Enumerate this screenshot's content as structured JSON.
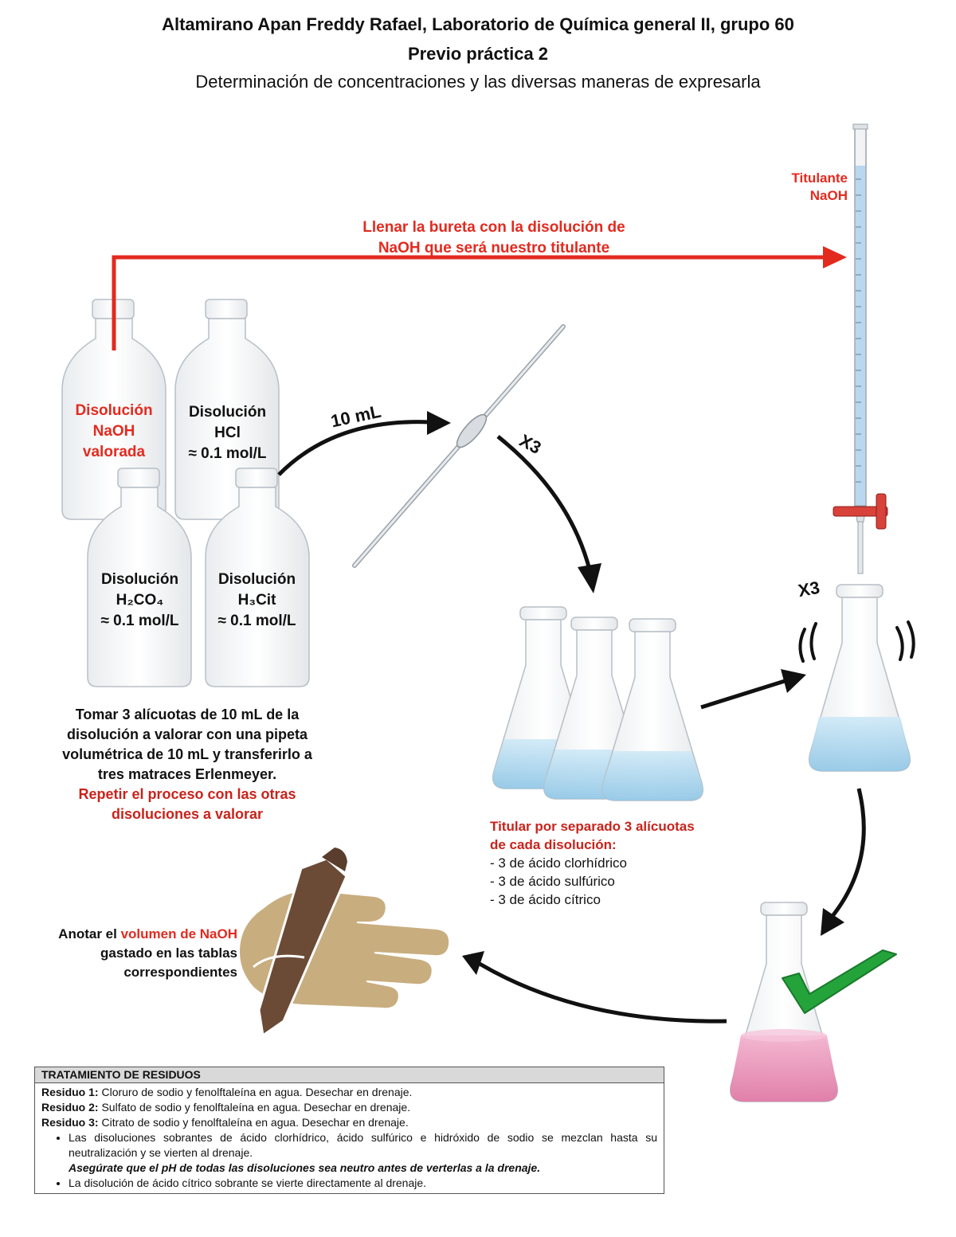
{
  "header": {
    "title": "Altamirano Apan Freddy Rafael, Laboratorio de Química general II, grupo 60",
    "subtitle": "Previo práctica 2",
    "topic": "Determinación de concentraciones y las diversas maneras de expresarla"
  },
  "burette": {
    "label_line1": "Titulante",
    "label_line2": "NaOH"
  },
  "fill_step": {
    "line1": "Llenar la bureta con la disolución de",
    "line2": "NaOH que será nuestro titulante"
  },
  "bottles": [
    {
      "line1": "Disolución",
      "line2": "NaOH",
      "line3": "valorada"
    },
    {
      "line1": "Disolución",
      "line2": "HCl",
      "line3": "≈ 0.1 mol/L"
    },
    {
      "line1": "Disolución",
      "line2": "H₂CO₄",
      "line3": "≈ 0.1 mol/L"
    },
    {
      "line1": "Disolución",
      "line2": "H₃Cit",
      "line3": "≈ 0.1 mol/L"
    }
  ],
  "pipette": {
    "volume": "10 mL",
    "repeat": "X3"
  },
  "aliquot_step": {
    "l1": "Tomar 3 alícuotas de 10 mL de la",
    "l2": "disolución a valorar con una pipeta",
    "l3": "volumétrica de 10 mL y transferirlo a",
    "l4": "tres matraces Erlenmeyer.",
    "r1": "Repetir el proceso con las otras",
    "r2": "disoluciones a valorar"
  },
  "titration": {
    "repeat": "X3",
    "h1": "Titular por separado 3 alícuotas",
    "h2": "de cada disolución:",
    "items": [
      "- 3 de ácido clorhídrico",
      "- 3 de ácido sulfúrico",
      "- 3 de ácido cítrico"
    ]
  },
  "record": {
    "prefix": "Anotar el ",
    "highlight": "volumen de NaOH",
    "line2": "gastado en las tablas",
    "line3": "correspondientes"
  },
  "waste": {
    "title": "TRATAMIENTO DE RESIDUOS",
    "r1_label": "Residuo 1:",
    "r1_text": " Cloruro de sodio y fenolftaleína en agua. Desechar en drenaje.",
    "r2_label": "Residuo 2:",
    "r2_text": " Sulfato de sodio y fenolftaleína en agua. Desechar en drenaje.",
    "r3_label": "Residuo 3:",
    "r3_text": " Citrato de sodio y fenolftaleína en agua. Desechar en drenaje.",
    "bullet1": "Las disoluciones sobrantes de ácido clorhídrico, ácido sulfúrico e hidróxido de sodio se mezclan hasta su neutralización y se vierten al drenaje.",
    "bullet1_emphasis": "Asegúrate que el pH de todas las disoluciones sea neutro antes de verterlas a la drenaje.",
    "bullet2": "La disolución de ácido cítrico sobrante se vierte directamente al drenaje."
  },
  "colors": {
    "red": "#e32a1f",
    "dark_red": "#c8231b",
    "solution_blue": "#a9d6ee",
    "pink": "#e889b3",
    "check_green": "#24a33b",
    "hand": "#c8ad7f",
    "pencil": "#6b4a36"
  }
}
